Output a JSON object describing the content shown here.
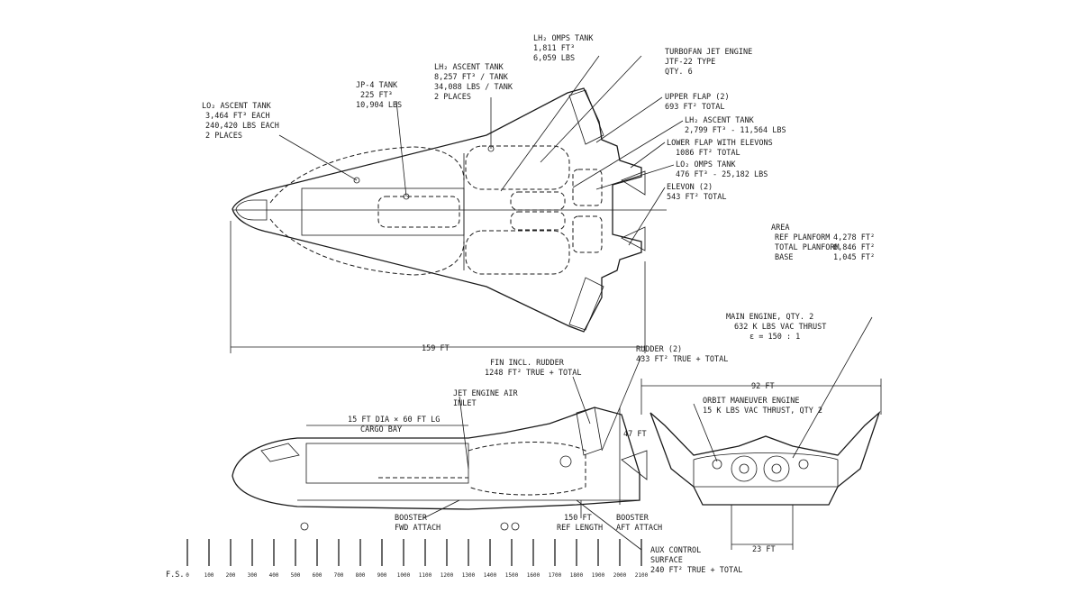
{
  "top_view": {
    "labels": {
      "lo2_ascent": [
        "LO₂ ASCENT TANK",
        "3,464 FT³ EACH",
        "240,420 LBS EACH",
        "2 PLACES"
      ],
      "jp4_tank": [
        "JP-4 TANK",
        "225 FT³",
        "10,904 LBS"
      ],
      "lh2_ascent_main": [
        "LH₂ ASCENT TANK",
        "8,257 FT³ / TANK",
        "34,088 LBS / TANK",
        "2 PLACES"
      ],
      "lh2_omps": [
        "LH₂ OMPS TANK",
        "1,811 FT³",
        "6,059 LBS"
      ],
      "turbofan": [
        "TURBOFAN JET ENGINE",
        "JTF-22 TYPE",
        "QTY. 6"
      ],
      "upper_flap": [
        "UPPER FLAP (2)",
        "693 FT² TOTAL"
      ],
      "lh2_ascent_small": [
        "LH₂ ASCENT TANK",
        "2,799 FT³ - 11,564 LBS"
      ],
      "lower_flap": [
        "LOWER FLAP WITH ELEVONS",
        "1086 FT² TOTAL"
      ],
      "lo2_omps": [
        "LO₂ OMPS TANK",
        "476 FT³ - 25,182 LBS"
      ],
      "elevon": [
        "ELEVON (2)",
        "543 FT² TOTAL"
      ]
    },
    "length_dim": "159 FT"
  },
  "area_table": {
    "title": "AREA",
    "rows": [
      {
        "label": "REF PLANFORM",
        "value": "4,278 FT²"
      },
      {
        "label": "TOTAL PLANFORM",
        "value": "6,846 FT²"
      },
      {
        "label": "BASE",
        "value": "1,045 FT²"
      }
    ]
  },
  "side_view": {
    "labels": {
      "fin": [
        "FIN INCL. RUDDER",
        "1248 FT² TRUE + TOTAL"
      ],
      "rudder": [
        "RUDDER (2)",
        "433 FT² TRUE + TOTAL"
      ],
      "jet_inlet": [
        "JET ENGINE AIR",
        "INLET"
      ],
      "cargo_bay": [
        "15 FT DIA × 60 FT LG",
        "CARGO BAY"
      ],
      "booster_fwd": [
        "BOOSTER",
        "FWD ATTACH"
      ],
      "ref_length": [
        "150 FT",
        "REF LENGTH"
      ],
      "booster_aft": [
        "BOOSTER",
        "AFT ATTACH"
      ],
      "aux_control": [
        "AUX CONTROL",
        "SURFACE",
        "240 FT² TRUE + TOTAL"
      ]
    },
    "height_dim": "47 FT"
  },
  "end_view": {
    "labels": {
      "main_engine": [
        "MAIN ENGINE, QTY. 2",
        "632 K LBS VAC THRUST",
        "ε = 150 : 1"
      ],
      "orbit_engine": [
        "ORBIT MANEUVER ENGINE",
        "15 K LBS VAC THRUST, QTY 2"
      ]
    },
    "span_dim": "92 FT",
    "gear_dim": "23 FT"
  },
  "scale": {
    "prefix": "F.S.",
    "ticks": [
      "0",
      "100",
      "200",
      "300",
      "400",
      "500",
      "600",
      "700",
      "800",
      "900",
      "1000",
      "1100",
      "1200",
      "1300",
      "1400",
      "1500",
      "1600",
      "1700",
      "1800",
      "1900",
      "2000",
      "2100"
    ]
  }
}
